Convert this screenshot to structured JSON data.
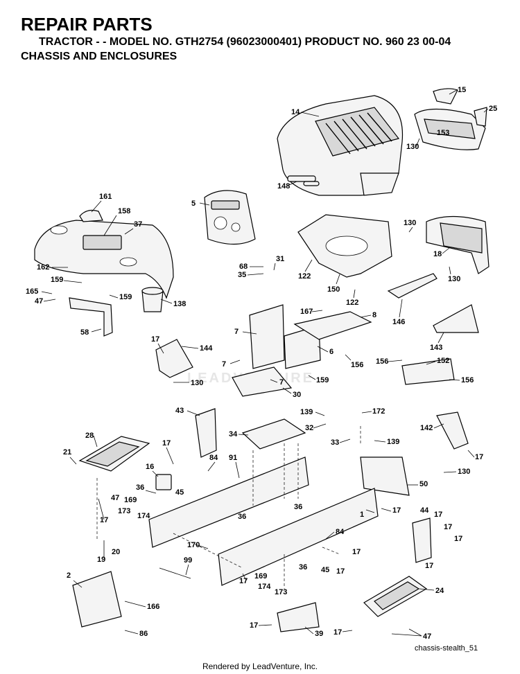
{
  "header": {
    "title": "REPAIR PARTS",
    "subtitle": "TRACTOR - - MODEL NO. GTH2754 (96023000401) PRODUCT NO. 960 23 00-04",
    "section": "CHASSIS AND ENCLOSURES"
  },
  "watermark": "LEADVENTURE",
  "diagram_ref": "chassis-stealth_51",
  "footer": "Rendered by LeadVenture, Inc.",
  "labels": {
    "l14": "14",
    "l15": "15",
    "l25": "25",
    "l153": "153",
    "l130a": "130",
    "l148": "148",
    "l161": "161",
    "l158": "158",
    "l37": "37",
    "l5": "5",
    "l130b": "130",
    "l18": "18",
    "l130c": "130",
    "l162": "162",
    "l159a": "159",
    "l165": "165",
    "l47a": "47",
    "l159b": "159",
    "l138": "138",
    "l58": "58",
    "l68": "68",
    "l31": "31",
    "l35": "35",
    "l122a": "122",
    "l150": "150",
    "l122b": "122",
    "l167": "167",
    "l8": "8",
    "l146": "146",
    "l7a": "7",
    "l6": "6",
    "l156a": "156",
    "l143": "143",
    "l7b": "7",
    "l7c": "7",
    "l159c": "159",
    "l30": "30",
    "l156b": "156",
    "l152": "152",
    "l156c": "156",
    "l17a": "17",
    "l144": "144",
    "l130d": "130",
    "l43": "43",
    "l139a": "139",
    "l172": "172",
    "l32": "32",
    "l34": "34",
    "l33": "33",
    "l139b": "139",
    "l142": "142",
    "l17b": "17",
    "l28": "28",
    "l21": "21",
    "l17c": "17",
    "l16": "16",
    "l84a": "84",
    "l91": "91",
    "l130e": "130",
    "l36a": "36",
    "l45a": "45",
    "l50": "50",
    "l47b": "47",
    "l169a": "169",
    "l173a": "173",
    "l174a": "174",
    "l36b": "36",
    "l36c": "36",
    "l17d": "17",
    "l1": "1",
    "l44": "44",
    "l17e": "17",
    "l17f": "17",
    "l17g": "17",
    "l17h": "17",
    "l17i": "17",
    "l170": "170",
    "l84b": "84",
    "l17j": "17",
    "l19": "19",
    "l20": "20",
    "l99": "99",
    "l45b": "45",
    "l17k": "17",
    "l36d": "36",
    "l17l": "17",
    "l169b": "169",
    "l174b": "174",
    "l173b": "173",
    "l2": "2",
    "l24": "24",
    "l166": "166",
    "l86": "86",
    "l17m": "17",
    "l39": "39",
    "l17n": "17",
    "l47c": "47"
  }
}
